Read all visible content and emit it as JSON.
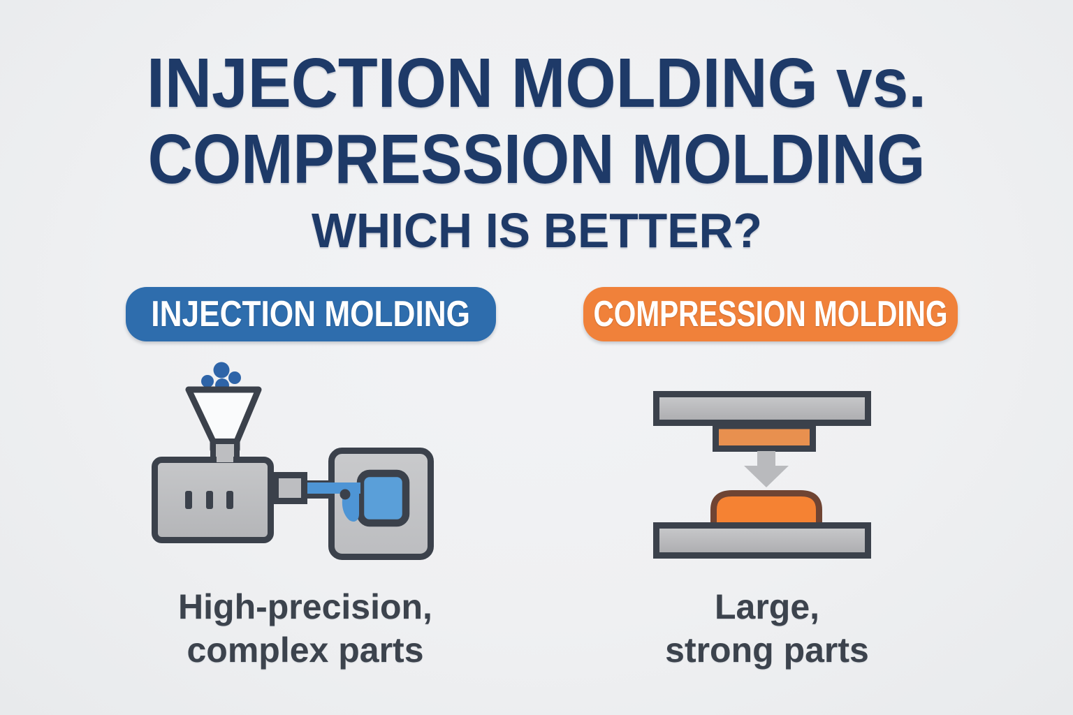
{
  "title": {
    "line1": "INJECTION MOLDING vs.",
    "line2": "COMPRESSION MOLDING",
    "line3": "WHICH IS BETTER?"
  },
  "left": {
    "badge_label": "INJECTION MOLDING",
    "badge_color": "#2e6dad",
    "icon": "injection-molding-machine-icon",
    "caption_line1": "High-precision,",
    "caption_line2": "complex parts"
  },
  "right": {
    "badge_label": "COMPRESSION MOLDING",
    "badge_color": "#f0813a",
    "icon": "compression-molding-press-icon",
    "caption_line1": "Large,",
    "caption_line2": "strong parts"
  },
  "palette": {
    "background": "#eff0f2",
    "title_navy": "#1e3a68",
    "badge_blue": "#2e6dad",
    "badge_orange": "#f0813a",
    "outline_dark": "#3b414b",
    "machine_gray": "#bdbec1",
    "mold_gray": "#c4c5c8",
    "platen_gray": "#b7b8bb",
    "pellet_blue": "#2e64a8",
    "molten_blue": "#4e95d5",
    "cavity_blue": "#5a9fd9",
    "charge_orange": "#e8904f",
    "part_orange": "#f58233",
    "part_outline_brown": "#6f4433",
    "caption_gray": "#3c434d"
  }
}
